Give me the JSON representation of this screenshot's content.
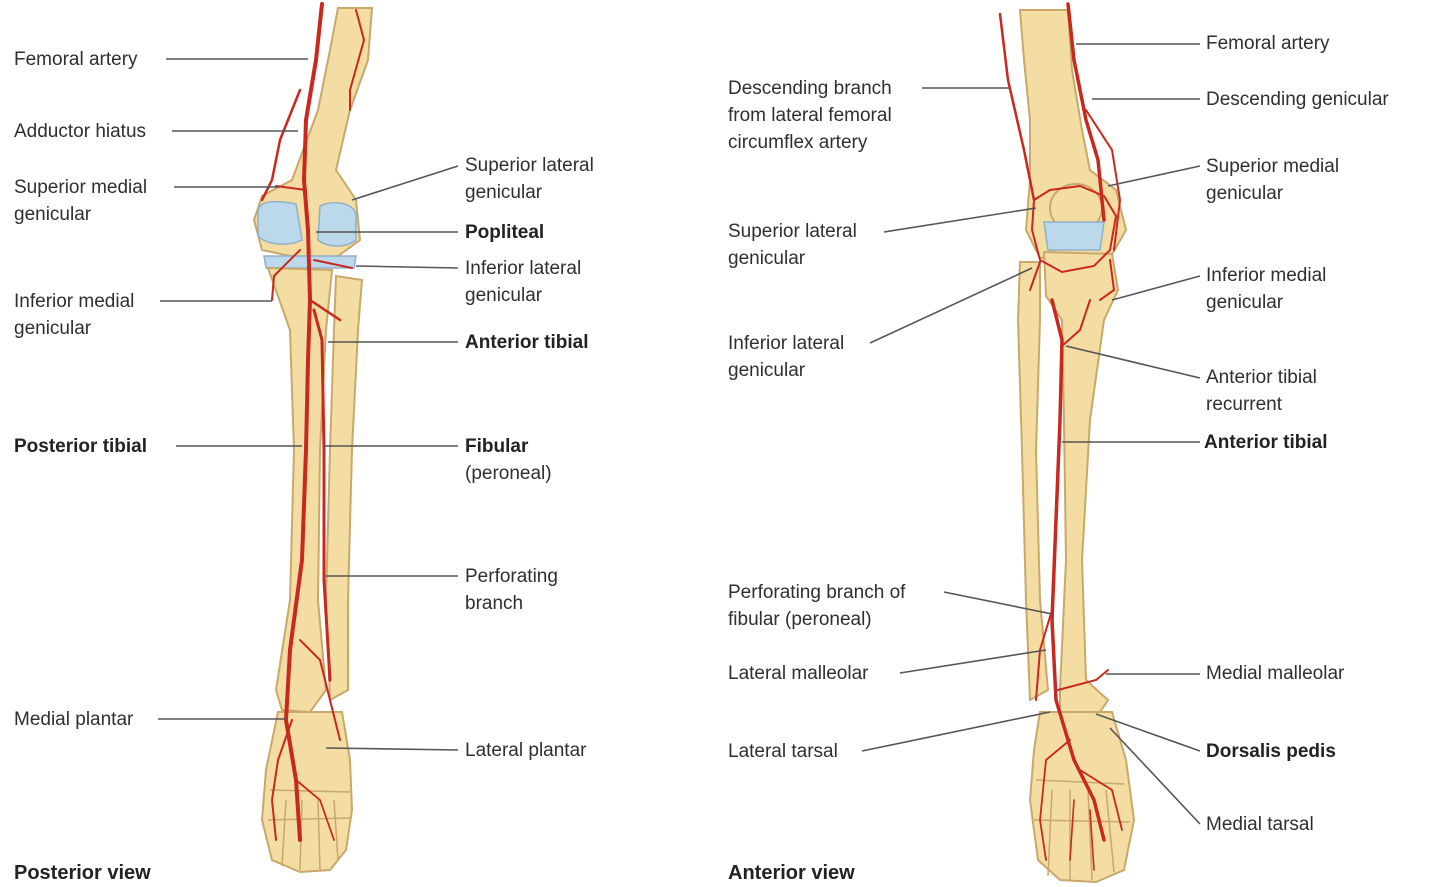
{
  "posterior": {
    "view_title": "Posterior view",
    "labels": {
      "femoral_artery": "Femoral artery",
      "adductor_hiatus": "Adductor hiatus",
      "superior_medial_genicular": [
        "Superior medial",
        "genicular"
      ],
      "inferior_medial_genicular": [
        "Inferior medial",
        "genicular"
      ],
      "posterior_tibial": "Posterior tibial",
      "medial_plantar": "Medial plantar",
      "superior_lateral_genicular": [
        "Superior lateral",
        "genicular"
      ],
      "popliteal": "Popliteal",
      "inferior_lateral_genicular": [
        "Inferior lateral",
        "genicular"
      ],
      "anterior_tibial": "Anterior tibial",
      "fibular": "Fibular",
      "fibular_sub": "(peroneal)",
      "perforating_branch": [
        "Perforating",
        "branch"
      ],
      "lateral_plantar": "Lateral plantar"
    }
  },
  "anterior": {
    "view_title": "Anterior view",
    "labels": {
      "descending_branch": [
        "Descending branch",
        "from lateral femoral",
        "circumflex artery"
      ],
      "superior_lateral_genicular": [
        "Superior lateral",
        "genicular"
      ],
      "inferior_lateral_genicular": [
        "Inferior lateral",
        "genicular"
      ],
      "perforating_branch_fibular": [
        "Perforating branch of",
        "fibular (peroneal)"
      ],
      "lateral_malleolar": "Lateral malleolar",
      "lateral_tarsal": "Lateral tarsal",
      "femoral_artery": "Femoral artery",
      "descending_genicular": "Descending genicular",
      "superior_medial_genicular": [
        "Superior medial",
        "genicular"
      ],
      "inferior_medial_genicular": [
        "Inferior medial",
        "genicular"
      ],
      "anterior_tibial_recurrent": [
        "Anterior tibial",
        "recurrent"
      ],
      "anterior_tibial": "Anterior tibial",
      "medial_malleolar": "Medial malleolar",
      "dorsalis_pedis": "Dorsalis pedis",
      "medial_tarsal": "Medial tarsal"
    }
  },
  "colors": {
    "bone": "#f3dda3",
    "bone_outline": "#c9a86a",
    "artery": "#c8281e",
    "cartilage": "#bcd9ec",
    "leader": "#555555"
  }
}
